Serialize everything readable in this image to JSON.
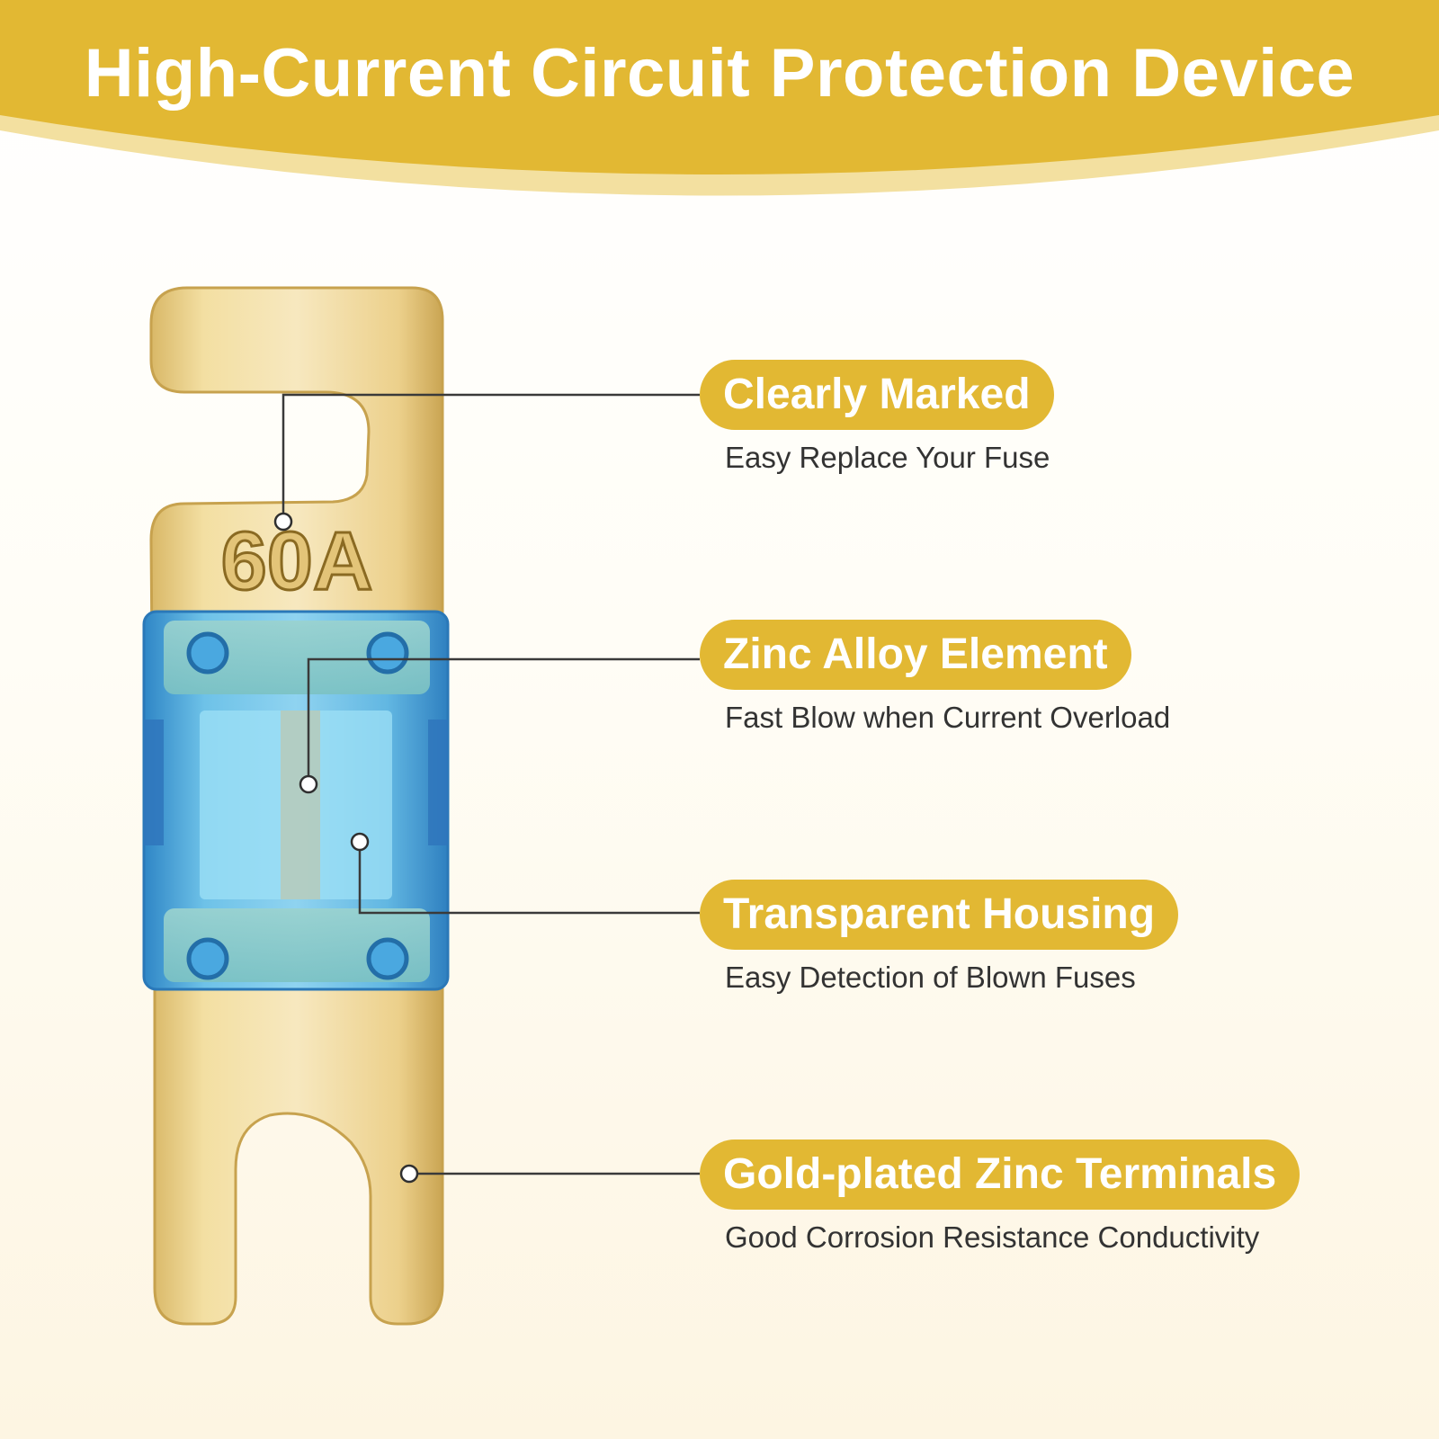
{
  "header": {
    "title": "High-Current Circuit Protection Device"
  },
  "fuse": {
    "rating": "60A"
  },
  "callouts": [
    {
      "title": "Clearly Marked",
      "description": "Easy Replace Your Fuse"
    },
    {
      "title": "Zinc Alloy Element",
      "description": "Fast Blow when Current Overload"
    },
    {
      "title": "Transparent Housing",
      "description": "Easy Detection of Blown Fuses"
    },
    {
      "title": "Gold-plated Zinc Terminals",
      "description": "Good Corrosion Resistance Conductivity"
    }
  ],
  "colors": {
    "accent": "#e2b833",
    "terminal": "#efd694",
    "housing": "#5fb9de",
    "text": "#333333"
  }
}
